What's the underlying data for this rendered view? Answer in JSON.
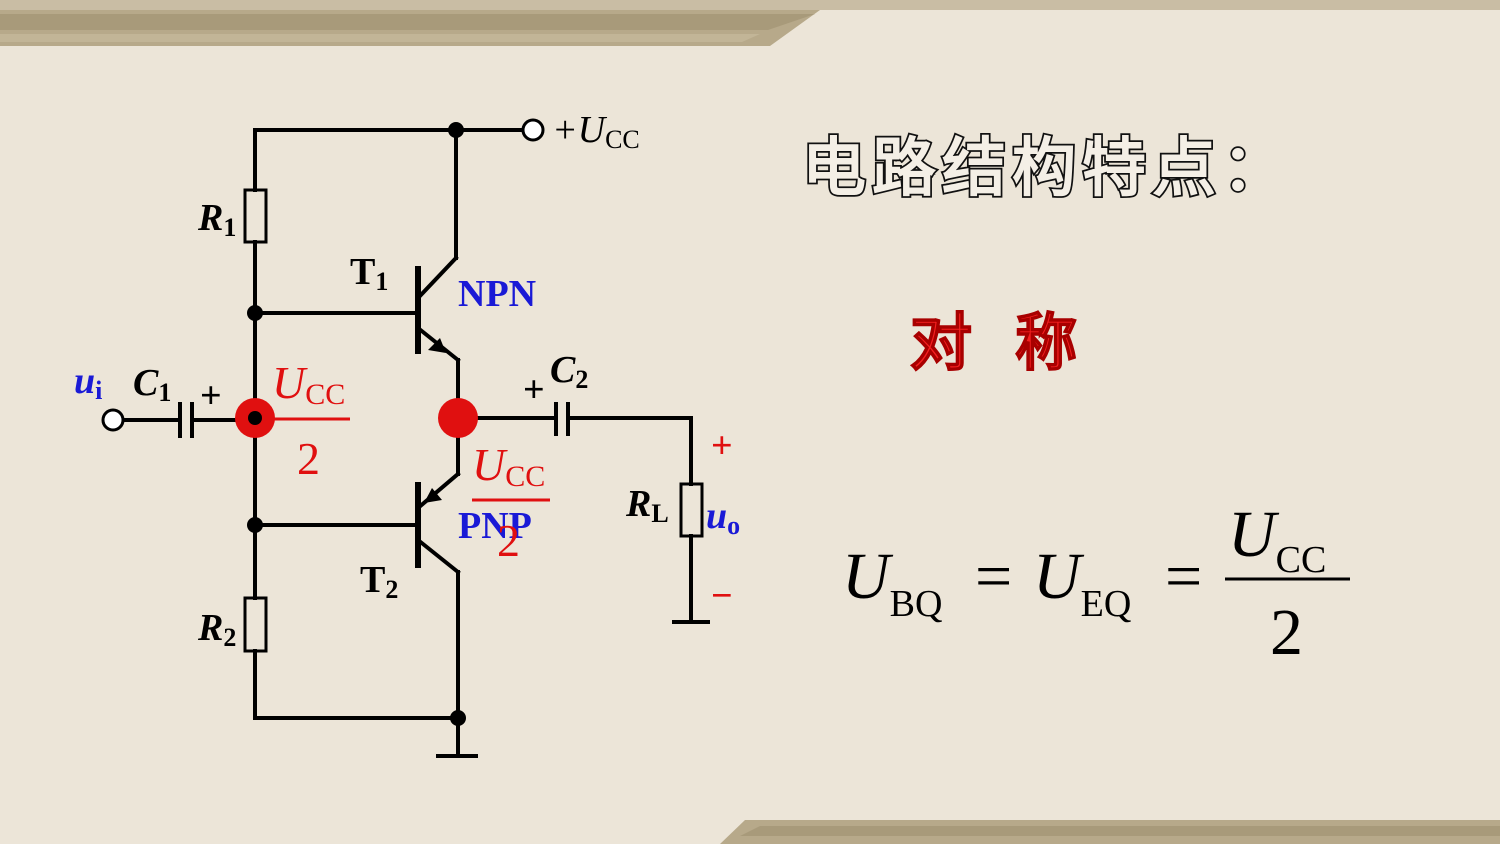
{
  "slide": {
    "heading": "电路结构特点：",
    "feature": "对  称",
    "colors": {
      "accent_red": "#e01010",
      "accent_blue": "#1a1ad6",
      "background": "#ece5d8",
      "band": "#b7a98a"
    }
  },
  "circuit": {
    "supply": {
      "symbol": "+U",
      "sub": "CC"
    },
    "r1": {
      "symbol": "R",
      "sub": "1"
    },
    "r2": {
      "symbol": "R",
      "sub": "2"
    },
    "t1": {
      "symbol": "T",
      "sub": "1",
      "type": "NPN"
    },
    "t2": {
      "symbol": "T",
      "sub": "2",
      "type": "PNP"
    },
    "c1": {
      "symbol": "C",
      "sub": "1",
      "polarity": "+"
    },
    "c2": {
      "symbol": "C",
      "sub": "2",
      "polarity": "+"
    },
    "rl": {
      "symbol": "R",
      "sub": "L"
    },
    "input": {
      "symbol": "u",
      "sub": "i"
    },
    "output": {
      "symbol": "u",
      "sub": "o",
      "plus": "+",
      "minus": "−"
    },
    "base_voltage": {
      "num": "U",
      "num_sub": "CC",
      "den": "2"
    },
    "emitter_voltage": {
      "num": "U",
      "num_sub": "CC",
      "den": "2"
    }
  },
  "formula": {
    "lhs": {
      "symbol": "U",
      "sub": "BQ"
    },
    "eq1": "=",
    "mid": {
      "symbol": "U",
      "sub": "EQ"
    },
    "eq2": "=",
    "frac": {
      "num": "U",
      "num_sub": "CC",
      "den": "2"
    }
  }
}
